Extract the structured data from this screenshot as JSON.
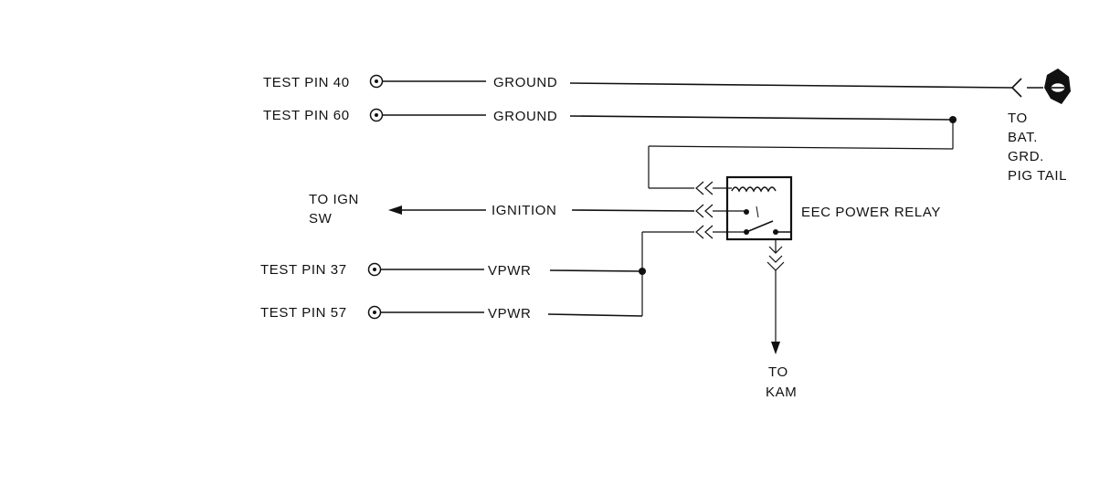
{
  "diagram": {
    "test_pins": [
      {
        "label": "TEST PIN 40",
        "wire": "GROUND"
      },
      {
        "label": "TEST PIN 60",
        "wire": "GROUND"
      },
      {
        "label": "TEST PIN 37",
        "wire": "VPWR"
      },
      {
        "label": "TEST PIN 57",
        "wire": "VPWR"
      }
    ],
    "ignition_wire": "IGNITION",
    "to_ign": [
      "TO IGN",
      "SW"
    ],
    "relay_label": "EEC POWER RELAY",
    "to_kam": [
      "TO",
      "KAM"
    ],
    "to_bat": [
      "TO",
      "BAT.",
      "GRD.",
      "PIG TAIL"
    ]
  }
}
